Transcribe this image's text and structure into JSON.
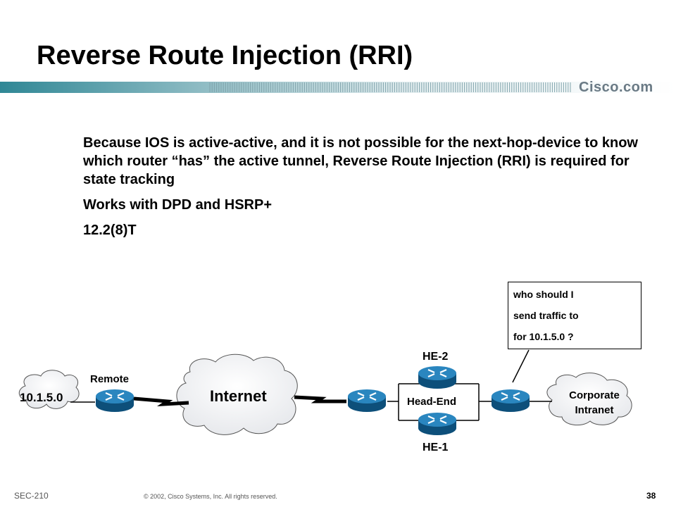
{
  "slide": {
    "title": "Reverse Route Injection (RRI)",
    "logo": "Cisco.com",
    "bullets": [
      "Because IOS is active-active, and it is not possible for the next-hop-device to know which router “has” the active tunnel, Reverse Route Injection (RRI) is required for state tracking",
      "Works with DPD and HSRP+",
      "12.2(8)T"
    ]
  },
  "diagram": {
    "remote_net": "10.1.5.0",
    "remote_label": "Remote",
    "internet_label": "Internet",
    "head_end_label": "Head-End",
    "he2_label": "HE-2",
    "he1_label": "HE-1",
    "corporate_line1": "Corporate",
    "corporate_line2": "Intranet",
    "callout_lines": [
      "who should I",
      "send traffic to",
      "for 10.1.5.0 ?"
    ]
  },
  "footer": {
    "course": "SEC-210",
    "copyright": "© 2002, Cisco Systems, Inc. All rights reserved.",
    "page": "38"
  },
  "colors": {
    "router_blue": "#1a73a8",
    "band_teal": "#3d8f9c"
  }
}
